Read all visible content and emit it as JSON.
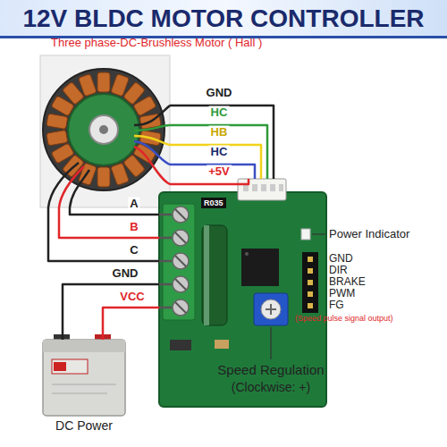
{
  "diagram": {
    "title": "12V BLDC MOTOR CONTROLLER",
    "nodes": [
      {
        "text": [
          "Three phase-DC-Brushless Motor ( Hall )"
        ]
      },
      {
        "text": [
          "R035"
        ]
      },
      {
        "text": [
          "DC Power"
        ]
      }
    ],
    "edges": [
      {
        "from": 0,
        "to": 1,
        "label": "GND",
        "arrow": "none"
      },
      {
        "from": 0,
        "to": 1,
        "label": "HC",
        "arrow": "none"
      },
      {
        "from": 0,
        "to": 1,
        "label": "HB",
        "arrow": "none"
      },
      {
        "from": 0,
        "to": 1,
        "label": "HC",
        "arrow": "none"
      },
      {
        "from": 0,
        "to": 1,
        "label": "+5V",
        "arrow": "none"
      },
      {
        "from": 0,
        "to": 1,
        "label": "A",
        "arrow": "none"
      },
      {
        "from": 0,
        "to": 1,
        "label": "B",
        "arrow": "none"
      },
      {
        "from": 0,
        "to": 1,
        "label": "C",
        "arrow": "none"
      },
      {
        "from": 2,
        "to": 1,
        "label": "GND",
        "arrow": "none"
      },
      {
        "from": 2,
        "to": 1,
        "label": "VCC",
        "arrow": "none"
      }
    ],
    "labels": [
      "Power Indicator",
      "GND",
      "DIR",
      "BRAKE",
      "PWM",
      "FG",
      "(Speed pulse signal output)",
      "Speed Regulation",
      "(Clockwise: +)"
    ]
  }
}
